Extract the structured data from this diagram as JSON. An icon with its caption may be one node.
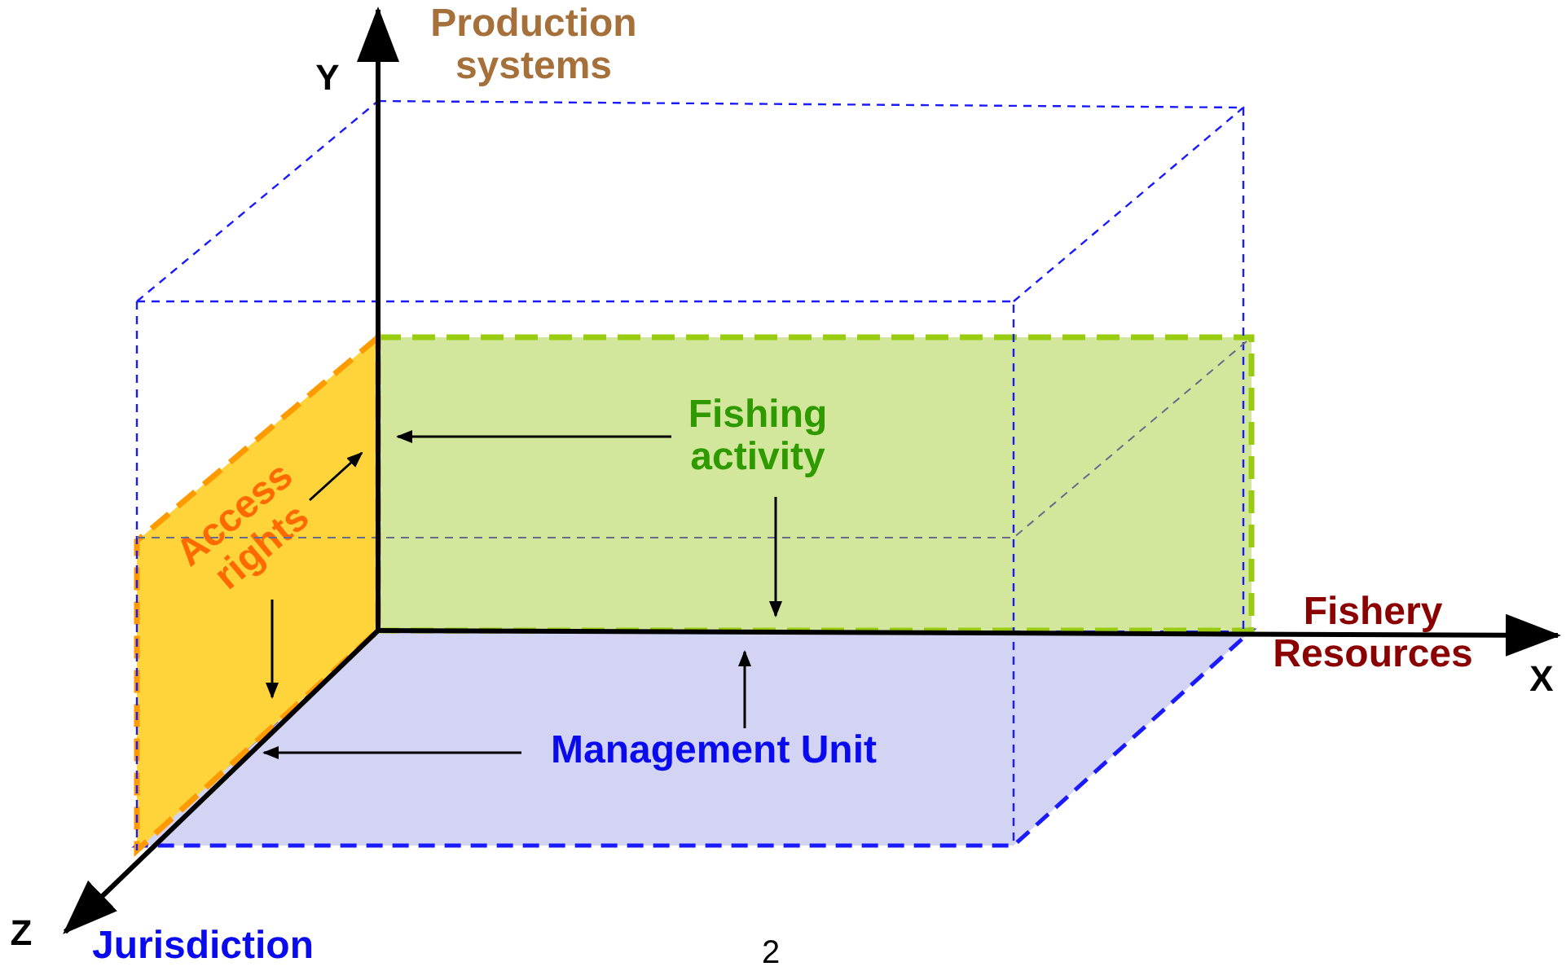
{
  "diagram": {
    "nodes": [
      {
        "text": [
          "Fishing activity"
        ],
        "in": 3
      },
      {
        "text": [
          "Access rights"
        ],
        "in": 4
      },
      {
        "text": [
          "Management Unit"
        ],
        "in": 5
      },
      {
        "text": [],
        "shape": "box"
      },
      {
        "text": [],
        "shape": "box"
      },
      {
        "text": [],
        "shape": "box"
      }
    ],
    "edges": [
      {
        "from": 0,
        "to": 3,
        "arrow": "to"
      },
      {
        "from": 0,
        "to": 3,
        "arrow": "to"
      },
      {
        "from": 1,
        "to": 4,
        "arrow": "to"
      },
      {
        "from": 1,
        "to": 4,
        "arrow": "to"
      },
      {
        "from": 2,
        "to": 5,
        "arrow": "to"
      },
      {
        "from": 2,
        "to": 5,
        "arrow": "to"
      }
    ],
    "labels": [
      "Production systems",
      "Y",
      "Fishery Resources",
      "X",
      "Z",
      "Jurisdiction",
      "2"
    ]
  }
}
